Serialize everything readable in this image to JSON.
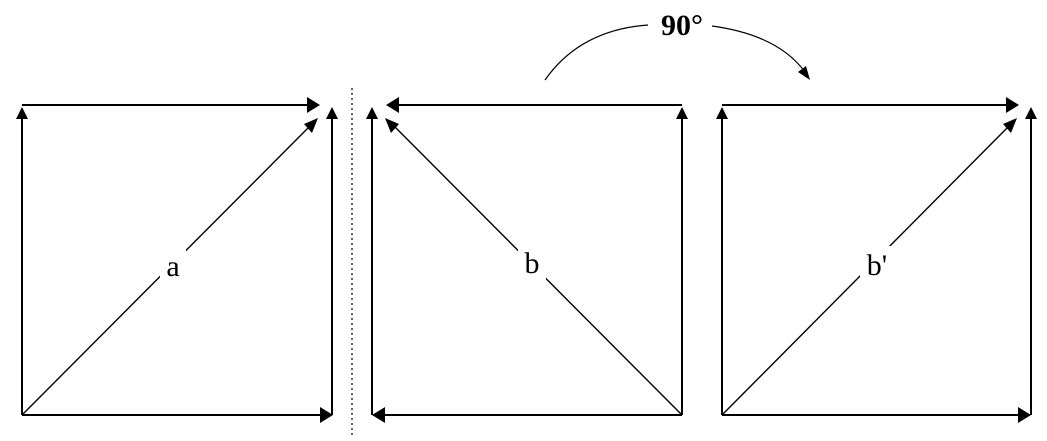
{
  "labels": {
    "a": "a",
    "b": "b",
    "b_prime": "b'",
    "rotation": "90°"
  },
  "colors": {
    "stroke": "#000000",
    "background": "#ffffff"
  }
}
